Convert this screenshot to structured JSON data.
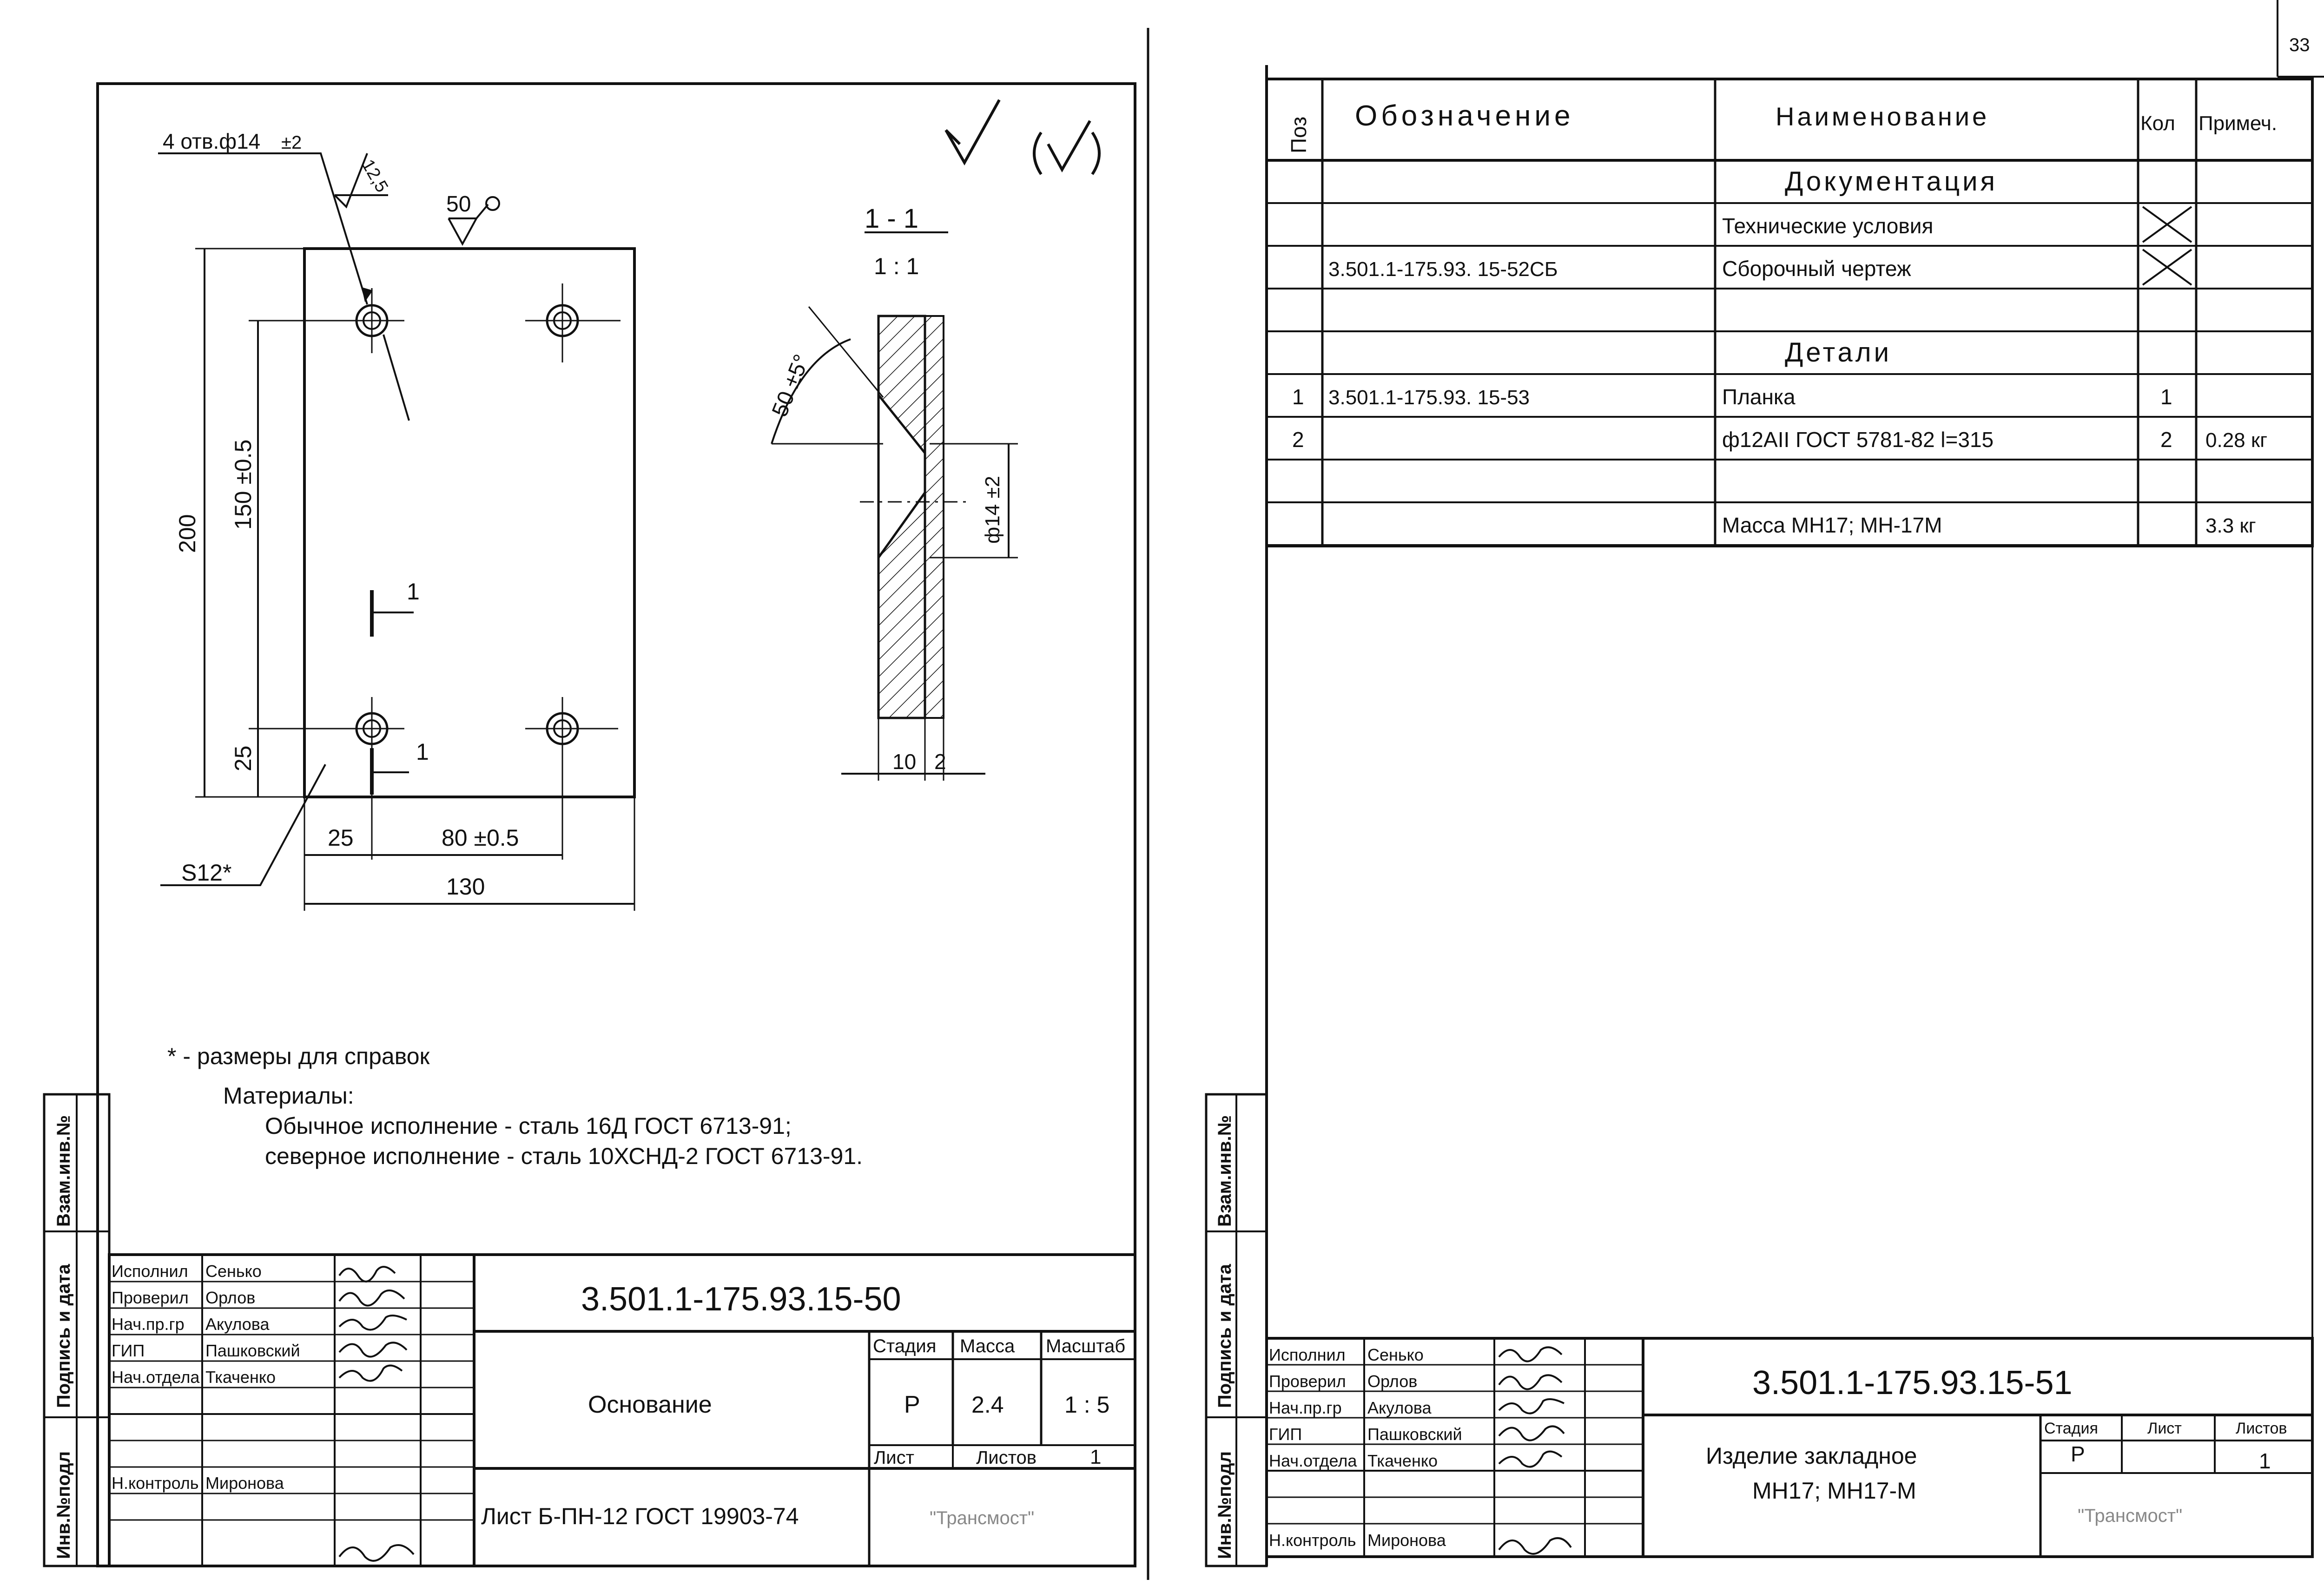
{
  "page_number": "33",
  "left_sheet": {
    "drawing": {
      "hole_callout": "4 отв.ф14",
      "hole_tolerance": "±2",
      "roughness_1": "12,5",
      "roughness_2": "50",
      "dim_200": "200",
      "dim_150": "150 ±0.5",
      "dim_25_v": "25",
      "dim_25_h": "25",
      "dim_80": "80 ±0.5",
      "dim_130": "130",
      "thickness": "S12*",
      "cut_mark": "1",
      "section_title": "1 - 1",
      "section_scale": "1 : 1",
      "angle": "50 ±5°",
      "hole_dia": "ф14 ±2",
      "dim_10": "10",
      "dim_2": "2"
    },
    "notes": {
      "star_note": "* - размеры для справок",
      "materials_title": "Материалы:",
      "line_1": "Обычное исполнение - сталь 16Д ГОСТ 6713-91;",
      "line_2": "северное исполнение - сталь 10ХСНД-2 ГОСТ 6713-91."
    },
    "margin_labels": [
      "Инв.№подл",
      "Подпись и дата",
      "Взам.инв.№"
    ],
    "title_block": {
      "roles": [
        "Исполнил",
        "Проверил",
        "Нач.пр.гр",
        "ГИП",
        "Нач.отдела",
        "",
        "",
        "",
        "Н.контроль"
      ],
      "names": [
        "Сенько",
        "Орлов",
        "Акулова",
        "Пашковский",
        "Ткаченко",
        "",
        "",
        "",
        "Миронова"
      ],
      "code": "3.501.1-175.93.15-50",
      "name": "Основание",
      "stage_label": "Стадия",
      "mass_label": "Масса",
      "scale_label": "Масштаб",
      "stage": "Р",
      "mass": "2.4",
      "scale": "1 : 5",
      "sheet_label": "Лист",
      "sheets_label": "Листов",
      "sheets": "1",
      "format_note": "Лист Б-ПН-12 ГОСТ 19903-74",
      "org": "\"Трансмост\""
    }
  },
  "right_sheet": {
    "spec_headers": {
      "pos": "Поз",
      "designation": "Обозначение",
      "name": "Наименование",
      "qty": "Кол",
      "note": "Примеч."
    },
    "spec_rows": [
      {
        "pos": "",
        "designation": "",
        "name": "Документация",
        "qty": "",
        "note": "",
        "section": true
      },
      {
        "pos": "",
        "designation": "",
        "name": "Технические условия",
        "qty": "",
        "note": "",
        "cross": true
      },
      {
        "pos": "",
        "designation": "3.501.1-175.93.   15-52СБ",
        "name": "Сборочный чертеж",
        "qty": "",
        "note": "",
        "cross": true
      },
      {
        "pos": "",
        "designation": "",
        "name": "",
        "qty": "",
        "note": ""
      },
      {
        "pos": "",
        "designation": "",
        "name": "Детали",
        "qty": "",
        "note": "",
        "section": true
      },
      {
        "pos": "1",
        "designation": "3.501.1-175.93.   15-53",
        "name": "Планка",
        "qty": "1",
        "note": ""
      },
      {
        "pos": "2",
        "designation": "",
        "name": "ф12АII ГОСТ 5781-82 l=315",
        "qty": "2",
        "note": "0.28 кг"
      },
      {
        "pos": "",
        "designation": "",
        "name": "",
        "qty": "",
        "note": ""
      },
      {
        "pos": "",
        "designation": "",
        "name": "Масса МН17; МН-17М",
        "qty": "",
        "note": "3.3 кг"
      }
    ],
    "margin_labels": [
      "Инв.№подл",
      "Подпись и дата",
      "Взам.инв.№"
    ],
    "title_block": {
      "roles": [
        "Исполнил",
        "Проверил",
        "Нач.пр.гр",
        "ГИП",
        "Нач.отдела",
        "",
        "",
        "Н.контроль"
      ],
      "names": [
        "Сенько",
        "Орлов",
        "Акулова",
        "Пашковский",
        "Ткаченко",
        "",
        "",
        "Миронова"
      ],
      "code": "3.501.1-175.93.15-51",
      "name_1": "Изделие закладное",
      "name_2": "МН17; МН17-М",
      "stage_label": "Стадия",
      "sheet_label": "Лист",
      "sheets_label": "Листов",
      "stage": "Р",
      "sheets": "1",
      "org": "\"Трансмост\""
    }
  }
}
